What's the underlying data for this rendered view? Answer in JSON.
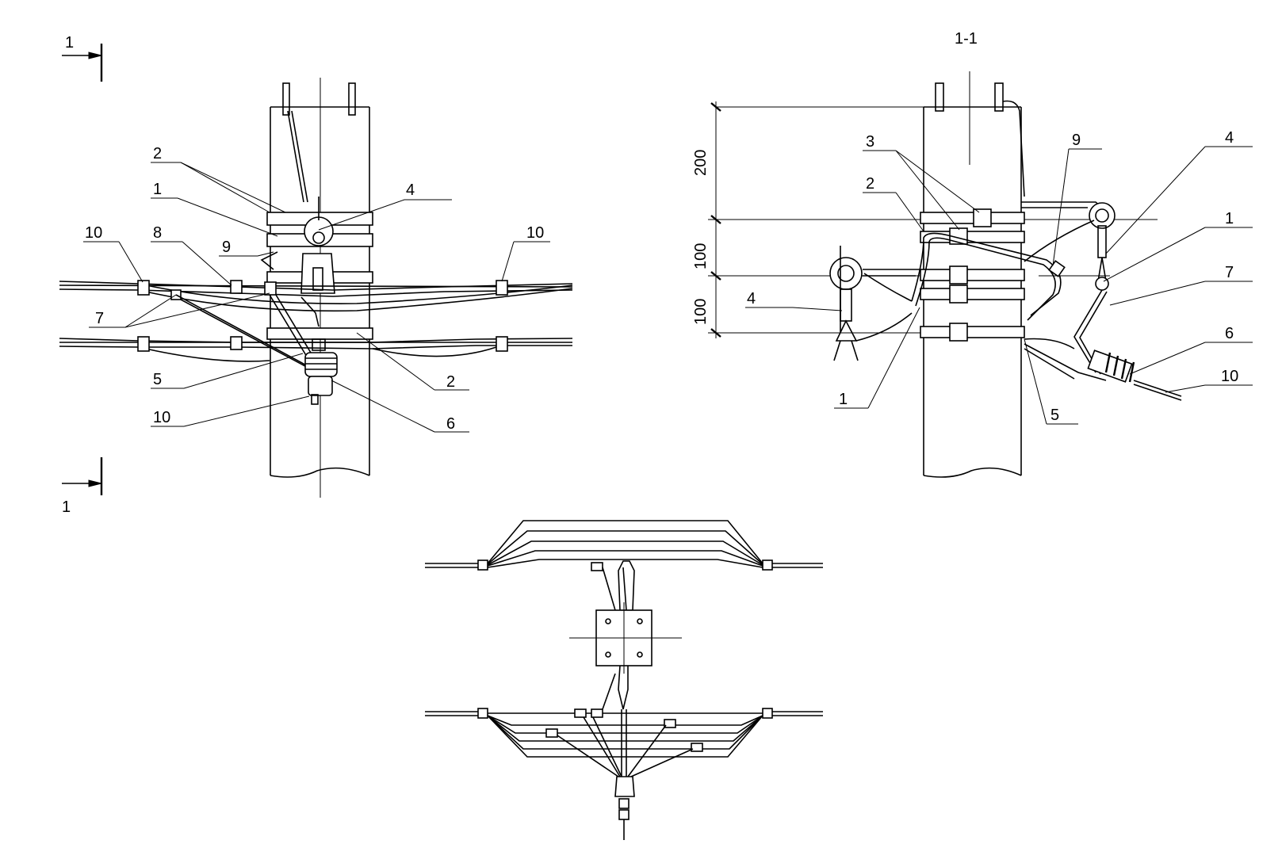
{
  "section_marks": {
    "top_left": "1",
    "bottom_left": "1",
    "right_view_title": "1-1"
  },
  "front_view_labels": {
    "l2_top": "2",
    "l1": "1",
    "l4": "4",
    "l10_left": "10",
    "l8": "8",
    "l9": "9",
    "l10_right": "10",
    "l7": "7",
    "l5": "5",
    "l2_bottom": "2",
    "l10_bottom": "10",
    "l6": "6"
  },
  "side_view_labels": {
    "l3": "3",
    "l9": "9",
    "l4_right": "4",
    "l2": "2",
    "l1_right": "1",
    "l7": "7",
    "l4_left": "4",
    "l6": "6",
    "l10": "10",
    "l1_bottom": "1",
    "l5": "5"
  },
  "dimensions": {
    "d200": "200",
    "d100_upper": "100",
    "d100_lower": "100"
  },
  "colors": {
    "stroke": "#000000",
    "background": "#ffffff"
  }
}
